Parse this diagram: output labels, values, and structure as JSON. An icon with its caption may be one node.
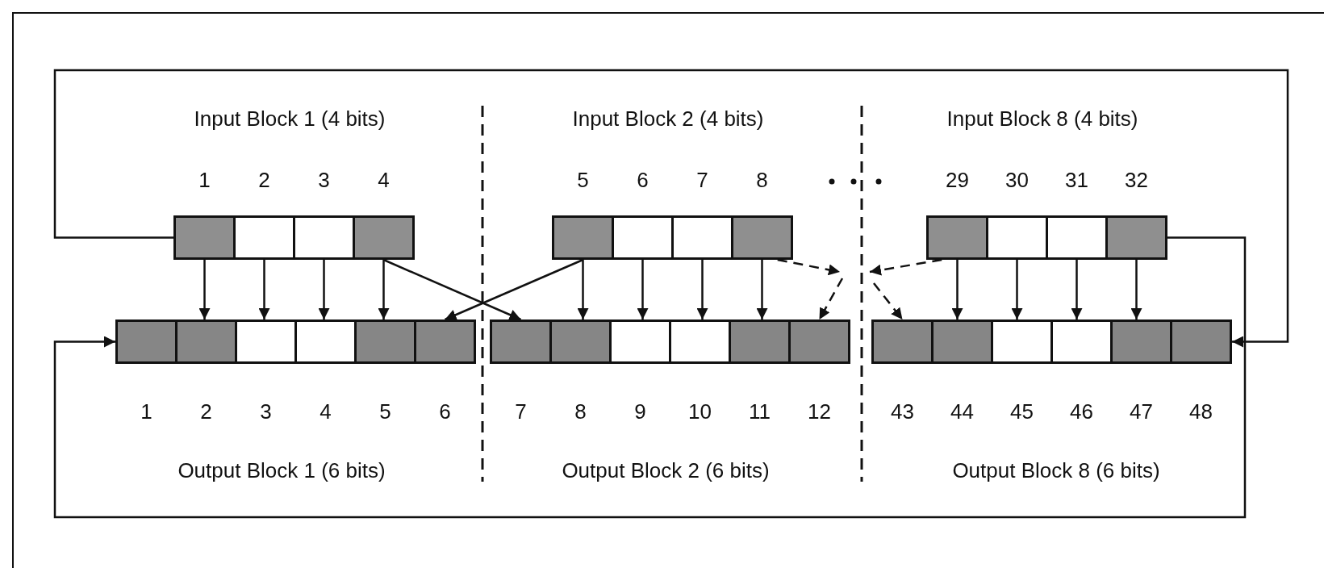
{
  "diagram": {
    "nodes": [
      {
        "text": [],
        "shape": "box",
        "beside": [
          "1"
        ]
      },
      {
        "text": [],
        "shape": "box",
        "beside": [
          "2"
        ]
      },
      {
        "text": [],
        "shape": "box",
        "beside": [
          "3"
        ]
      },
      {
        "text": [],
        "shape": "box",
        "beside": [
          "4"
        ]
      },
      {
        "text": [],
        "shape": "box",
        "beside": [
          "5"
        ]
      },
      {
        "text": [],
        "shape": "box",
        "beside": [
          "6"
        ]
      },
      {
        "text": [],
        "shape": "box",
        "beside": [
          "7"
        ]
      },
      {
        "text": [],
        "shape": "box",
        "beside": [
          "8"
        ]
      },
      {
        "text": [],
        "shape": "box",
        "beside": [
          "29"
        ]
      },
      {
        "text": [],
        "shape": "box",
        "beside": [
          "30"
        ]
      },
      {
        "text": [],
        "shape": "box",
        "beside": [
          "31"
        ]
      },
      {
        "text": [],
        "shape": "box",
        "beside": [
          "32"
        ]
      },
      {
        "text": [],
        "shape": "box",
        "beside": [
          "1"
        ]
      },
      {
        "text": [],
        "shape": "box",
        "beside": [
          "2"
        ]
      },
      {
        "text": [],
        "shape": "box",
        "beside": [
          "3"
        ]
      },
      {
        "text": [],
        "shape": "box",
        "beside": [
          "4"
        ]
      },
      {
        "text": [],
        "shape": "box",
        "beside": [
          "5"
        ]
      },
      {
        "text": [],
        "shape": "box",
        "beside": [
          "6"
        ]
      },
      {
        "text": [],
        "shape": "box",
        "beside": [
          "7"
        ]
      },
      {
        "text": [],
        "shape": "box",
        "beside": [
          "8"
        ]
      },
      {
        "text": [],
        "shape": "box",
        "beside": [
          "9"
        ]
      },
      {
        "text": [],
        "shape": "box",
        "beside": [
          "10"
        ]
      },
      {
        "text": [],
        "shape": "box",
        "beside": [
          "11"
        ]
      },
      {
        "text": [],
        "shape": "box",
        "beside": [
          "12"
        ]
      },
      {
        "text": [],
        "shape": "box",
        "beside": [
          "43"
        ]
      },
      {
        "text": [],
        "shape": "box",
        "beside": [
          "44"
        ]
      },
      {
        "text": [],
        "shape": "box",
        "beside": [
          "45"
        ]
      },
      {
        "text": [],
        "shape": "box",
        "beside": [
          "46"
        ]
      },
      {
        "text": [],
        "shape": "box",
        "beside": [
          "47"
        ]
      },
      {
        "text": [],
        "shape": "box",
        "beside": [
          "48"
        ]
      }
    ],
    "edges": [
      {
        "from": 0,
        "to": 29,
        "arrow": "to"
      },
      {
        "from": 0,
        "to": 13,
        "arrow": "to"
      },
      {
        "from": 1,
        "to": 14,
        "arrow": "to"
      },
      {
        "from": 2,
        "to": 15,
        "arrow": "to"
      },
      {
        "from": 3,
        "to": 16,
        "arrow": "to"
      },
      {
        "from": 3,
        "to": 18,
        "arrow": "to"
      },
      {
        "from": 4,
        "to": 17,
        "arrow": "to"
      },
      {
        "from": 4,
        "to": 19,
        "arrow": "to"
      },
      {
        "from": 5,
        "to": 20,
        "arrow": "to"
      },
      {
        "from": 6,
        "to": 21,
        "arrow": "to"
      },
      {
        "from": 7,
        "to": 22,
        "arrow": "to"
      },
      {
        "from": 7,
        "to": null,
        "arrow": "to",
        "style": "dashed"
      },
      {
        "from": null,
        "to": 23,
        "arrow": "to",
        "style": "dashed"
      },
      {
        "from": 8,
        "to": null,
        "arrow": "to",
        "style": "dashed"
      },
      {
        "from": null,
        "to": 24,
        "arrow": "to",
        "style": "dashed"
      },
      {
        "from": 8,
        "to": 25,
        "arrow": "to"
      },
      {
        "from": 9,
        "to": 26,
        "arrow": "to"
      },
      {
        "from": 10,
        "to": 27,
        "arrow": "to"
      },
      {
        "from": 11,
        "to": 28,
        "arrow": "to"
      },
      {
        "from": 11,
        "to": 12,
        "arrow": "to"
      }
    ],
    "labels": [
      "Input Block 1 (4 bits)",
      "Input Block 2 (4 bits)",
      "Input Block 8 (4 bits)",
      "Output Block 1 (6 bits)",
      "Output Block 2 (6 bits)",
      "Output Block 8 (6 bits)"
    ]
  }
}
